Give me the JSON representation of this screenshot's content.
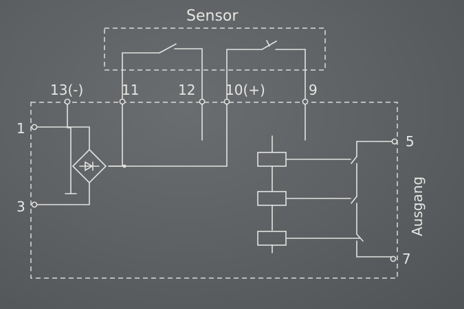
{
  "sensor_label": "Sensor",
  "output_label": "Ausgang",
  "terminals": {
    "t13": "13(-)",
    "t11": "11",
    "t12": "12",
    "t10": "10(+)",
    "t9": "9",
    "t1": "1",
    "t3": "3",
    "t5": "5",
    "t7": "7"
  },
  "colors": {
    "panel": "#5f6265",
    "line": "#e3e3e0"
  }
}
